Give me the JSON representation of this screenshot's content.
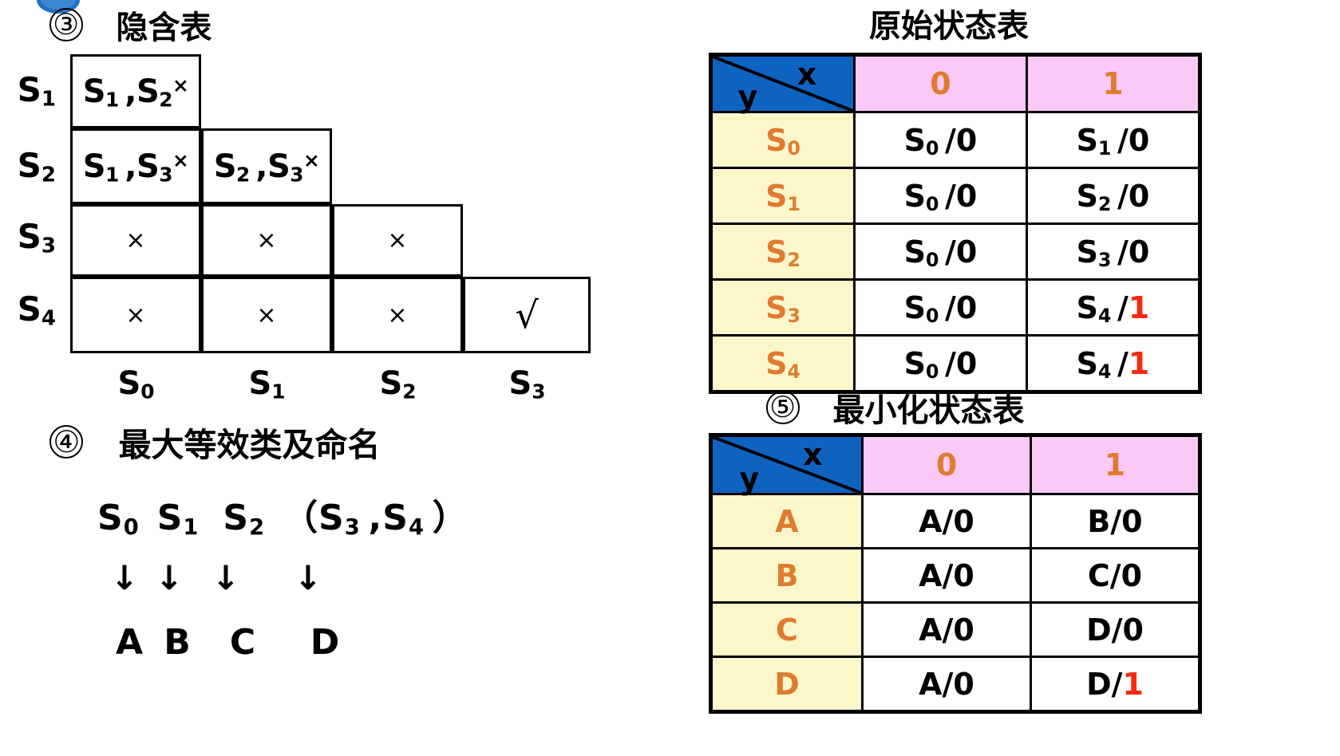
{
  "decorations": {
    "blue_arc": "blue-arc-fragment"
  },
  "implication_table": {
    "marker": "③",
    "title": "隐含表",
    "row_labels": [
      "S₁",
      "S₂",
      "S₃",
      "S₄"
    ],
    "col_labels": [
      "S₀",
      "S₁",
      "S₂",
      "S₃"
    ],
    "cells": [
      [
        {
          "type": "pair",
          "a": "S",
          "asub": "1",
          "b": "S",
          "bsub": "2",
          "mark": "×"
        }
      ],
      [
        {
          "type": "pair",
          "a": "S",
          "asub": "1",
          "b": "S",
          "bsub": "3",
          "mark": "×"
        },
        {
          "type": "pair",
          "a": "S",
          "asub": "2",
          "b": "S",
          "bsub": "3",
          "mark": "×"
        }
      ],
      [
        {
          "type": "x",
          "text": "×"
        },
        {
          "type": "x",
          "text": "×"
        },
        {
          "type": "x",
          "text": "×"
        }
      ],
      [
        {
          "type": "x",
          "text": "×"
        },
        {
          "type": "x",
          "text": "×"
        },
        {
          "type": "x",
          "text": "×"
        },
        {
          "type": "check",
          "text": "√"
        }
      ]
    ]
  },
  "equivalence": {
    "marker": "④",
    "title": "最大等效类及命名",
    "classes_line": "S₀  S₁   S₂ （S₃ ,S₄ ）",
    "classes": [
      "S₀",
      "S₁",
      "S₂",
      "（S₃ ,S₄ ）"
    ],
    "arrow": "↓",
    "names": [
      "A",
      "B",
      "C",
      "D"
    ]
  },
  "original_table": {
    "title": "原始状态表",
    "corner": {
      "x_label": "x",
      "y_label": "y"
    },
    "columns": [
      "0",
      "1"
    ],
    "rows": [
      {
        "state": "S₀",
        "x0": "S₀ /0",
        "x1": "S₁ /0",
        "x1_out": "0"
      },
      {
        "state": "S₁",
        "x0": "S₀ /0",
        "x1": "S₂ /0",
        "x1_out": "0"
      },
      {
        "state": "S₂",
        "x0": "S₀ /0",
        "x1": "S₃ /0",
        "x1_out": "0"
      },
      {
        "state": "S₃",
        "x0": "S₀ /0",
        "x1": "S₄ /1",
        "x1_out": "1"
      },
      {
        "state": "S₄",
        "x0": "S₀ /0",
        "x1": "S₄ /1",
        "x1_out": "1"
      }
    ]
  },
  "minimized_table": {
    "marker": "⑤",
    "title": "最小化状态表",
    "corner": {
      "x_label": "x",
      "y_label": "y"
    },
    "columns": [
      "0",
      "1"
    ],
    "rows": [
      {
        "state": "A",
        "x0": "A/0",
        "x1": "B/0",
        "x1_out": "0"
      },
      {
        "state": "B",
        "x0": "A/0",
        "x1": "C/0",
        "x1_out": "0"
      },
      {
        "state": "C",
        "x0": "A/0",
        "x1": "D/0",
        "x1_out": "0"
      },
      {
        "state": "D",
        "x0": "A/0",
        "x1": "D/1",
        "x1_out": "1"
      }
    ]
  },
  "colors": {
    "corner_blue": "#0f63c0",
    "header_pink": "#fbc9f7",
    "rowhead_yellow": "#fcf7cb",
    "state_orange": "#e07b2e",
    "output_red": "#f42a11",
    "border_black": "#000000"
  }
}
